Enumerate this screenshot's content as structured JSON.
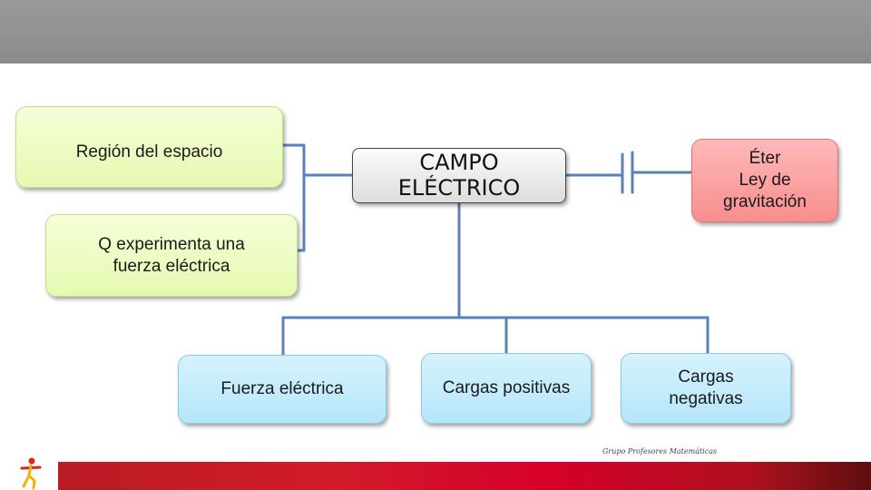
{
  "slide": {
    "central": "CAMPO ELÉCTRICO",
    "left_top": "Región del espacio",
    "left_bottom": "Q experimenta una fuerza eléctrica",
    "right": {
      "line1": "Éter",
      "line2": "Ley de",
      "line3": "gravitación"
    },
    "bottom_items": [
      "Fuerza eléctrica",
      "Cargas positivas",
      "Cargas negativas"
    ],
    "footer_text": "Grupo Profesores Matemáticas"
  },
  "colors": {
    "header_bar": "#8f8f8f",
    "connector": "#5a82b6",
    "green_box": "#e9fab8",
    "blue_box": "#c3ecfb",
    "pink_box": "#fa9b9b",
    "footer_red": "#d21a2a"
  },
  "icons": {
    "logo": "runner-logo-icon"
  }
}
